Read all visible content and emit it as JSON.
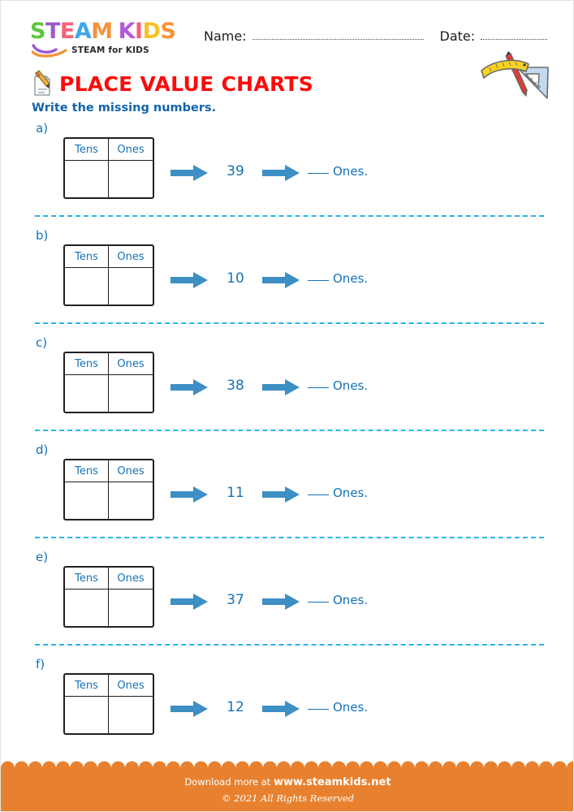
{
  "brand": {
    "logo_letters": [
      {
        "ch": "S",
        "color": "#5ec63f"
      },
      {
        "ch": "T",
        "color": "#9b59d0"
      },
      {
        "ch": "E",
        "color": "#f4607a"
      },
      {
        "ch": "A",
        "color": "#3fa9e8"
      },
      {
        "ch": "M",
        "color": "#f4943b"
      },
      {
        "ch": "K",
        "color": "#b15ad8"
      },
      {
        "ch": "I",
        "color": "#f4607a"
      },
      {
        "ch": "D",
        "color": "#f6c225"
      },
      {
        "ch": "S",
        "color": "#f4943b"
      }
    ],
    "tagline": "STEAM for KIDS"
  },
  "header": {
    "name_label": "Name:",
    "date_label": "Date:"
  },
  "title": {
    "heading": "PLACE VALUE CHARTS",
    "instruction": "Write the missing numbers.",
    "heading_color": "#fb0b0b",
    "instruction_color": "#1464aa"
  },
  "table_headers": {
    "tens": "Tens",
    "ones": "Ones"
  },
  "answer_suffix": "Ones.",
  "accent_colors": {
    "arrow": "#3d8fc4",
    "text_blue": "#1572b8",
    "divider": "#29b6e8",
    "footer": "#e8812f"
  },
  "problems": [
    {
      "letter": "a)",
      "number": "39",
      "tens": "",
      "ones": ""
    },
    {
      "letter": "b)",
      "number": "10",
      "tens": "",
      "ones": ""
    },
    {
      "letter": "c)",
      "number": "38",
      "tens": "",
      "ones": ""
    },
    {
      "letter": "d)",
      "number": "11",
      "tens": "",
      "ones": ""
    },
    {
      "letter": "e)",
      "number": "37",
      "tens": "",
      "ones": ""
    },
    {
      "letter": "f)",
      "number": "12",
      "tens": "",
      "ones": ""
    }
  ],
  "footer": {
    "download_prefix": "Download more at",
    "site": "www.steamkids.net",
    "copyright": "© 2021 All Rights Reserved"
  }
}
